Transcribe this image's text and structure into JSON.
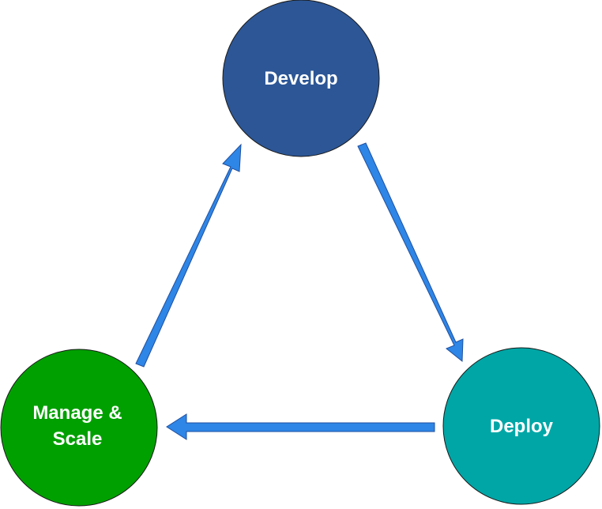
{
  "colors": {
    "develop": "#2C5696",
    "deploy": "#00A6A6",
    "manage": "#00A000",
    "arrow": "#2E86E6",
    "arrow_outline": "#1F4FA0",
    "label_text": "#FFFFFF"
  },
  "nodes": {
    "develop": {
      "label": "Develop"
    },
    "deploy": {
      "label": "Deploy"
    },
    "manage": {
      "label_line1": "Manage &",
      "label_line2": "Scale"
    }
  },
  "edges": [
    {
      "from": "Develop",
      "to": "Deploy"
    },
    {
      "from": "Deploy",
      "to": "Manage & Scale"
    },
    {
      "from": "Manage & Scale",
      "to": "Develop"
    }
  ]
}
